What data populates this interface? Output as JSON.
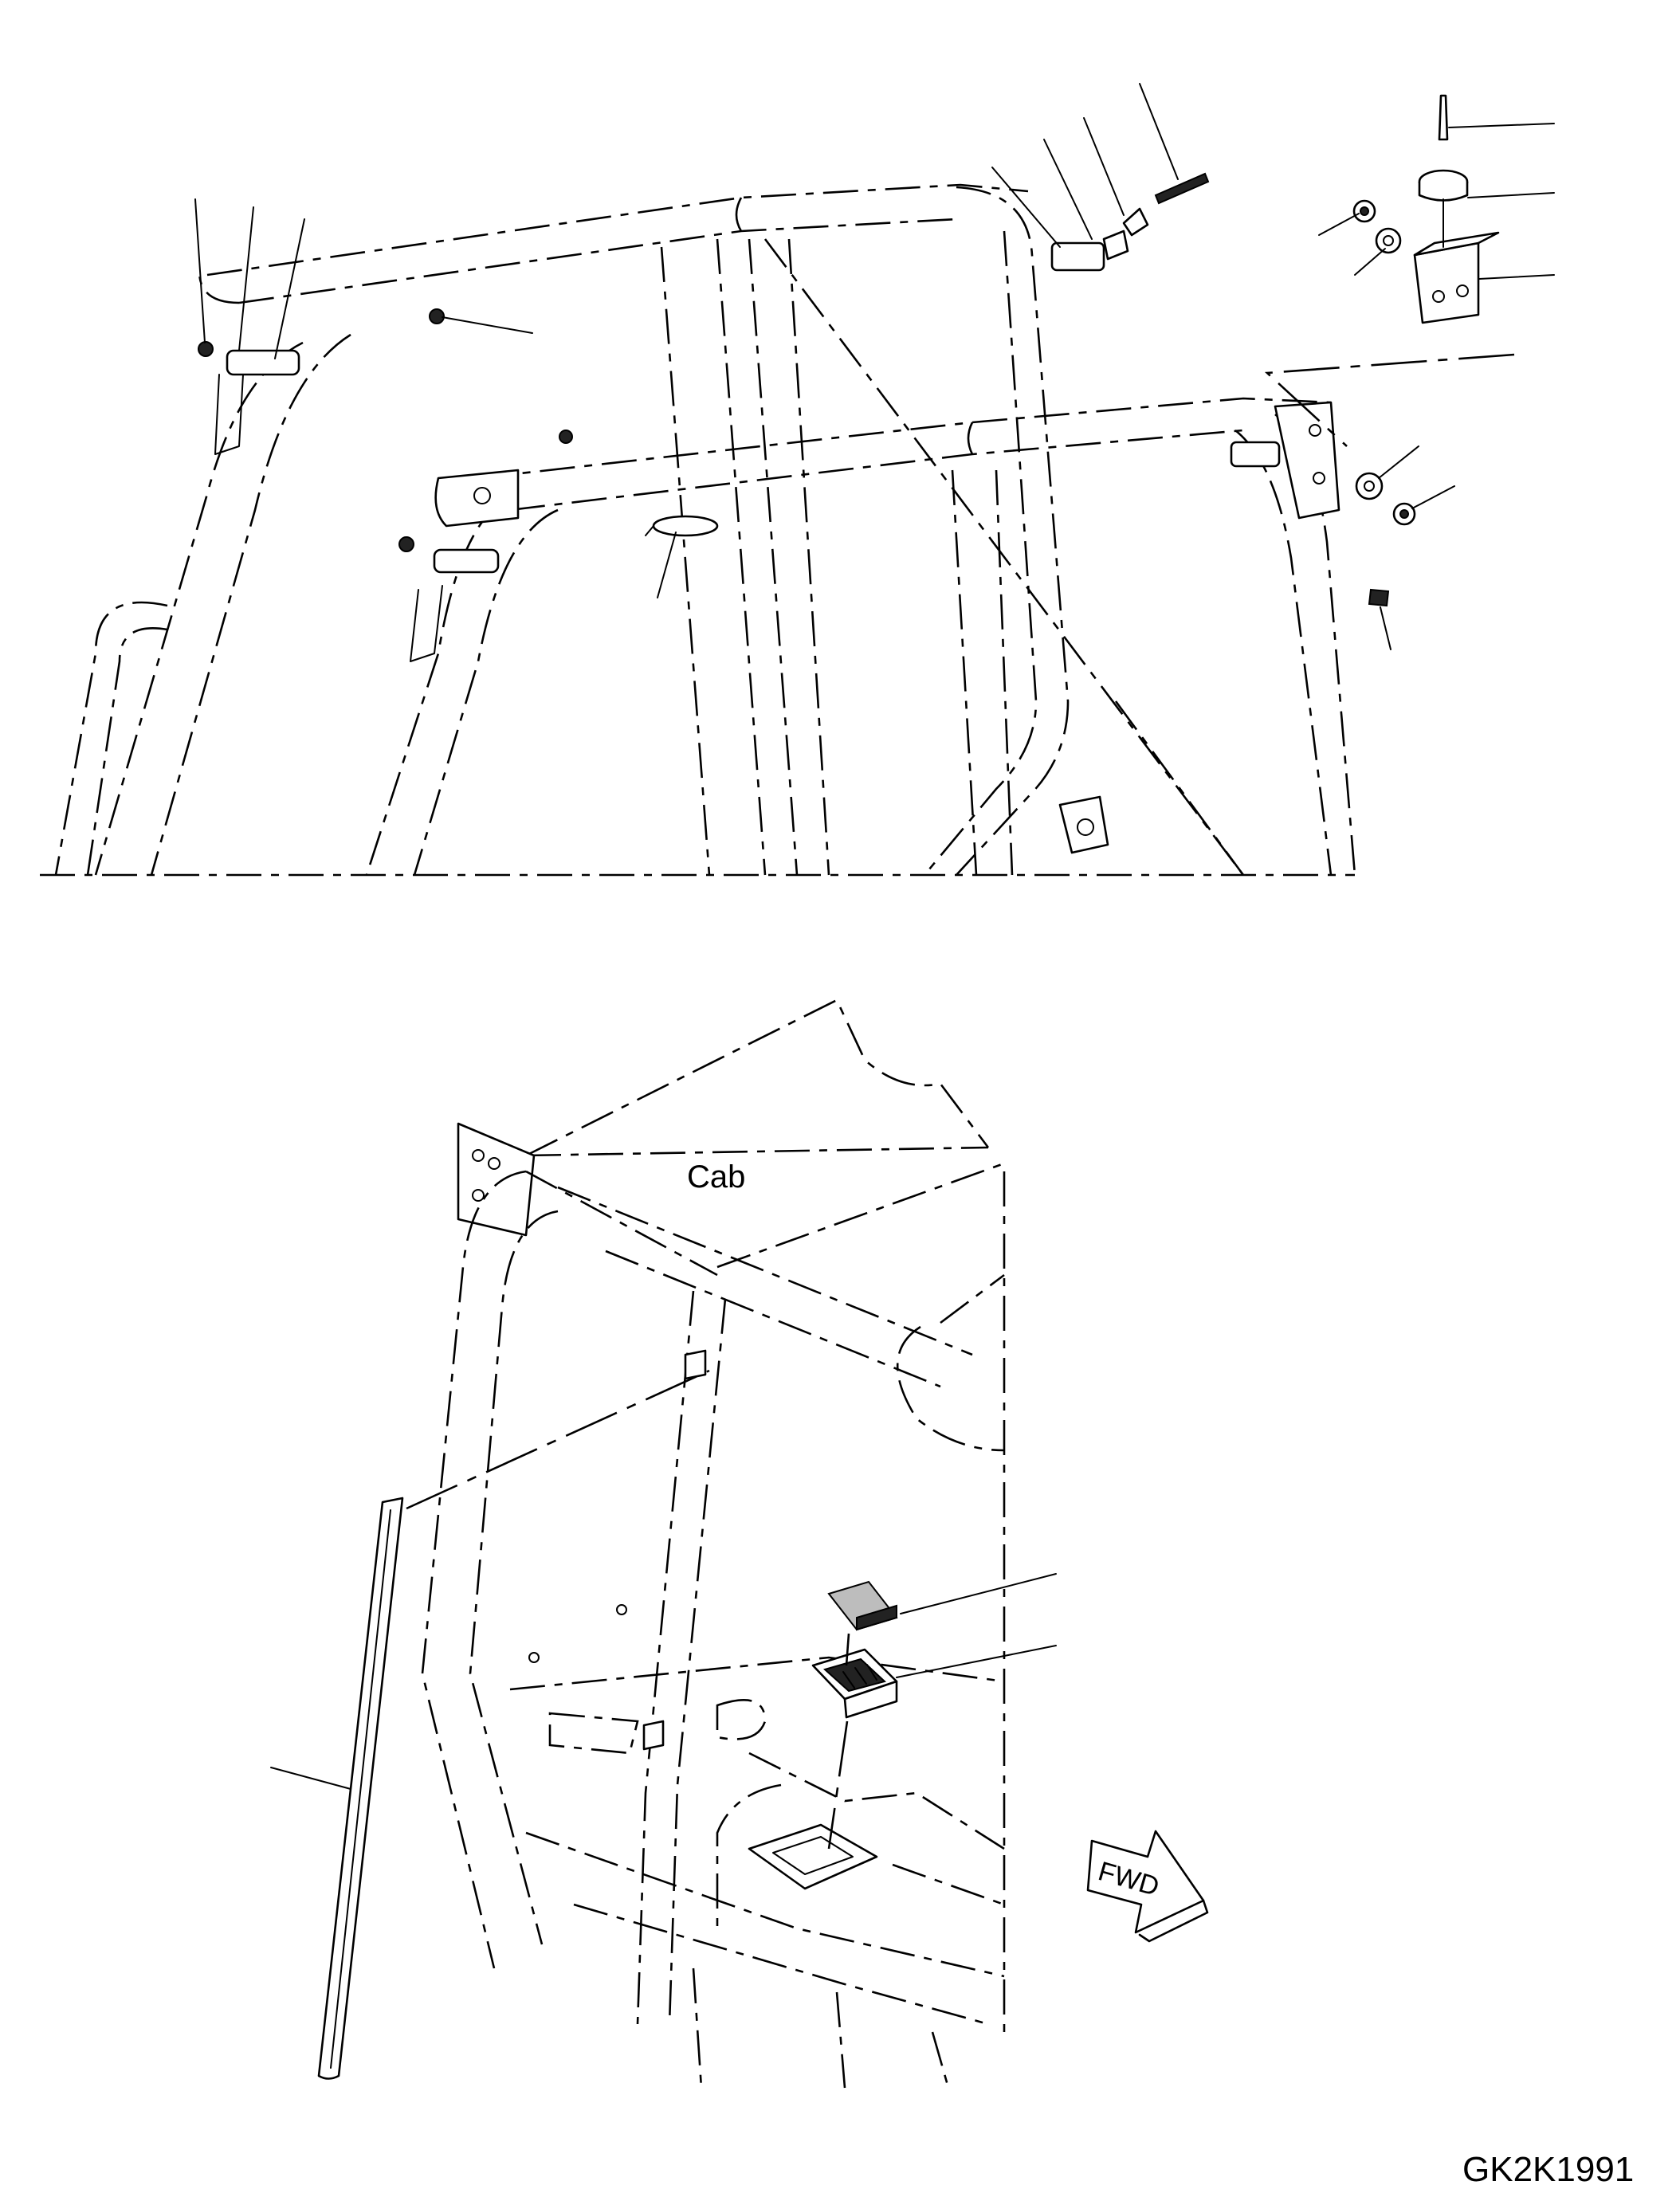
{
  "labels": {
    "cab": "Cab",
    "fwd": "FWD",
    "drawing_code": "GK2K1991"
  }
}
